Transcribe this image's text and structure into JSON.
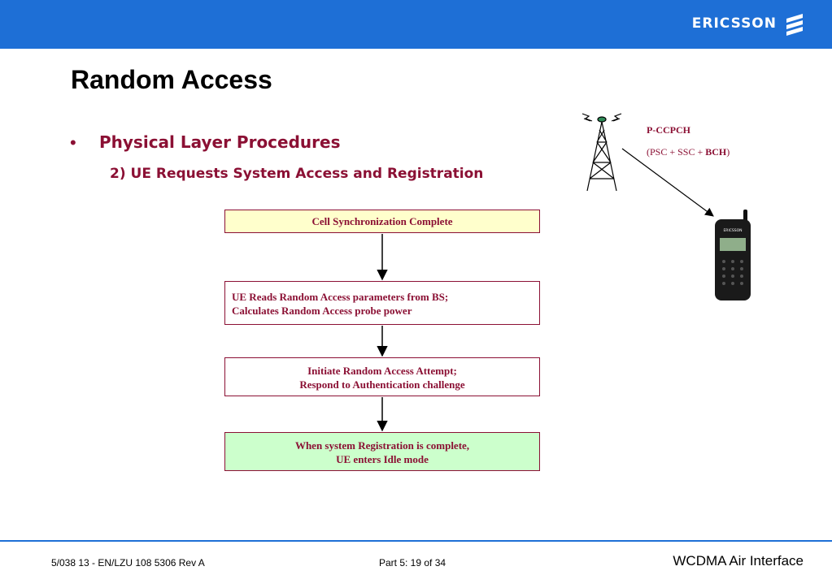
{
  "header": {
    "brand": "ERICSSON"
  },
  "slide": {
    "title": "Random Access",
    "bullet": "Physical Layer Procedures",
    "subbullet": "2) UE Requests System Access and Registration"
  },
  "flow": [
    {
      "lines": [
        "Cell Synchronization Complete"
      ]
    },
    {
      "lines": [
        "UE Reads Random Access parameters from BS;",
        "Calculates Random Access probe power"
      ]
    },
    {
      "lines": [
        "Initiate Random Access Attempt;",
        "Respond to Authentication challenge"
      ]
    },
    {
      "lines": [
        "When system Registration is complete,",
        "UE enters Idle mode"
      ]
    }
  ],
  "illustration": {
    "channel": "P-CCPCH",
    "detail_prefix": "(PSC + SSC + ",
    "detail_bold": "BCH",
    "detail_suffix": ")",
    "phone_brand": "ERICSSON"
  },
  "footer": {
    "doc_id": "5/038 13 - EN/LZU 108 5306 Rev A",
    "page": "Part 5:  19 of 34",
    "course": "WCDMA Air Interface"
  },
  "colors": {
    "accent_blue": "#1e6fd6",
    "text_red": "#8b1034",
    "box1_fill": "#ffffcc",
    "box4_fill": "#ccffcc"
  }
}
